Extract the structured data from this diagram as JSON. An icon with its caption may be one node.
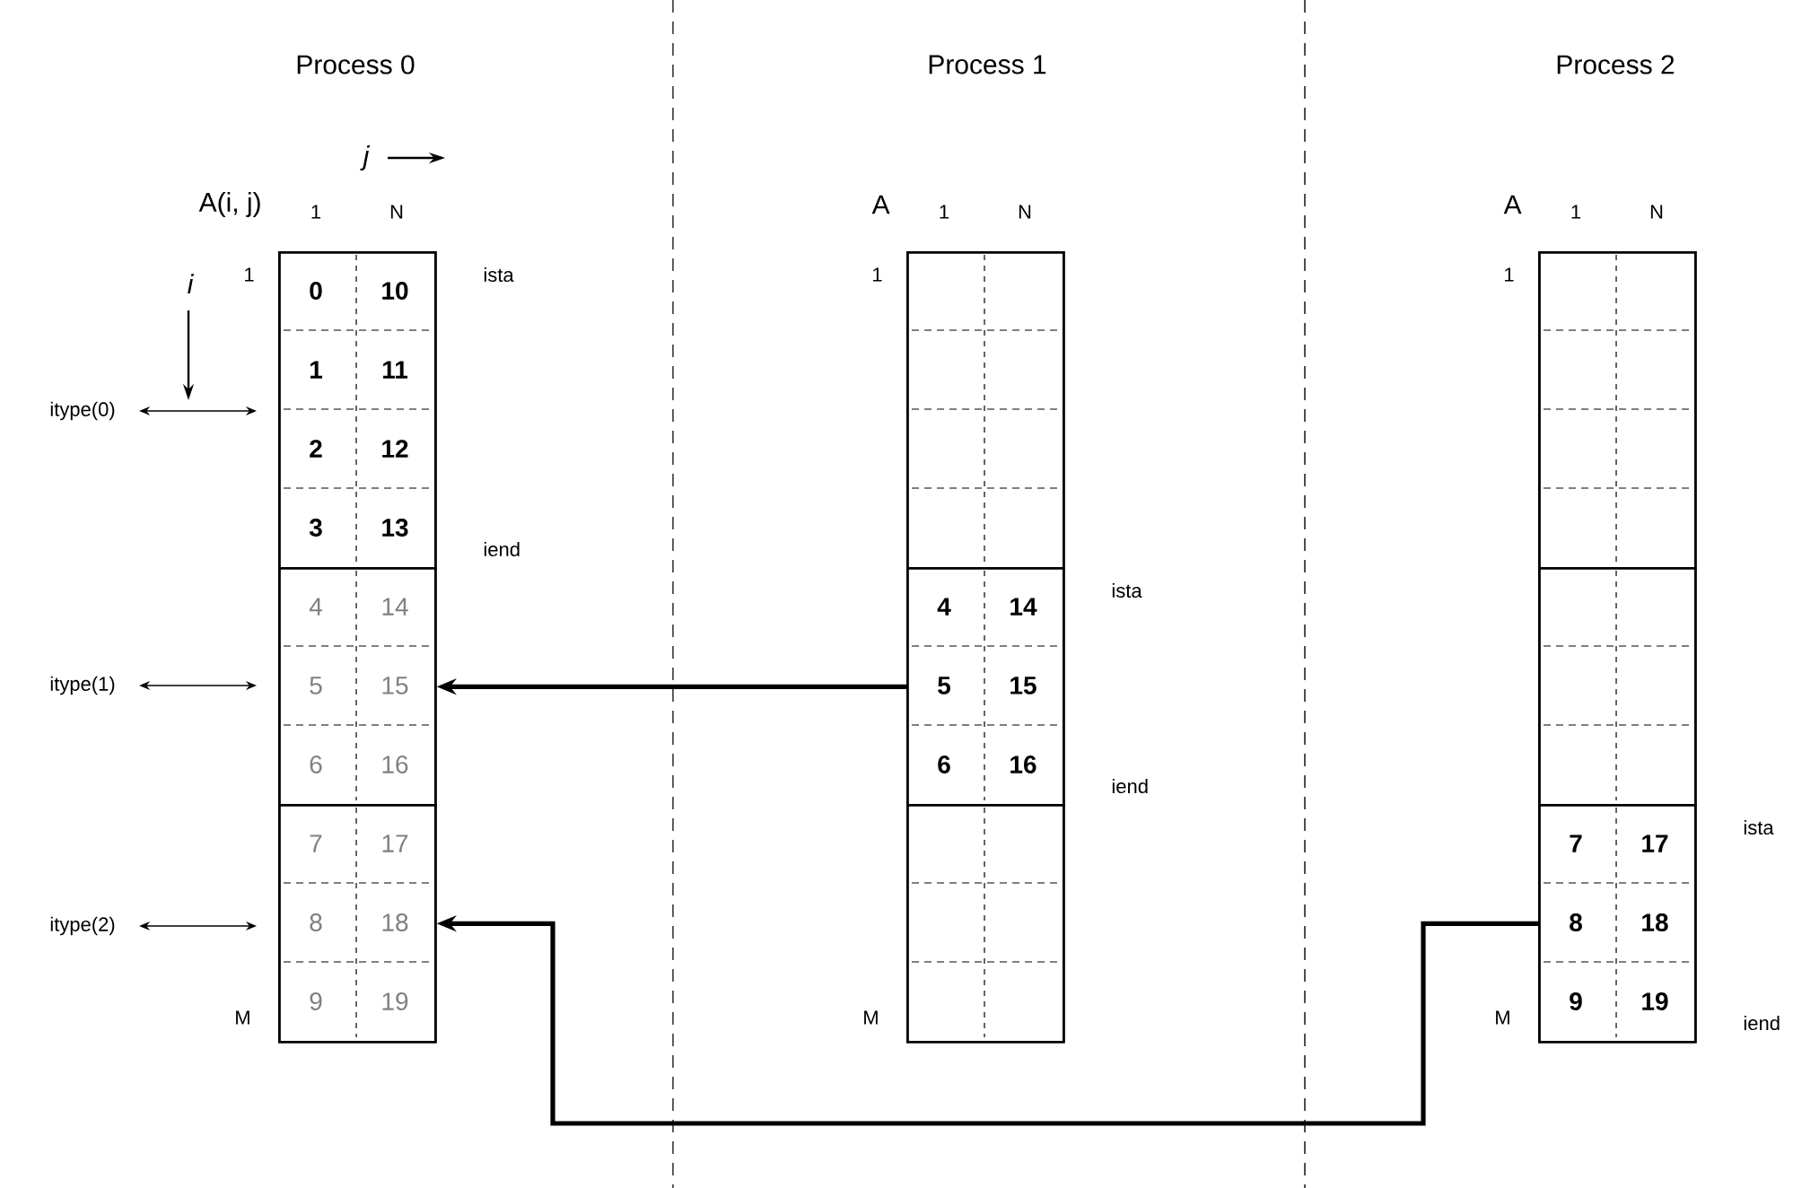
{
  "diagram": {
    "nodes": [
      {
        "text": [],
        "shape": "box",
        "beside": [
          "A(i, j)",
          "1",
          "N",
          "1",
          "M"
        ]
      },
      {
        "text": [
          "0",
          "10",
          "1",
          "11",
          "2",
          "12",
          "3",
          "13"
        ],
        "in": 0,
        "beside": [
          "ista",
          "iend"
        ]
      },
      {
        "text": [
          "4",
          "14",
          "5",
          "15",
          "6",
          "16"
        ],
        "in": 0
      },
      {
        "text": [
          "7",
          "17",
          "8",
          "18",
          "9",
          "19"
        ],
        "in": 0
      },
      {
        "text": [],
        "shape": "box",
        "beside": [
          "A",
          "1",
          "N",
          "1",
          "M"
        ]
      },
      {
        "text": [],
        "shape": "box",
        "in": 4
      },
      {
        "text": [
          "4",
          "14",
          "5",
          "15",
          "6",
          "16"
        ],
        "in": 4,
        "beside": [
          "ista",
          "iend"
        ]
      },
      {
        "text": [],
        "shape": "box",
        "in": 4
      },
      {
        "text": [],
        "shape": "box",
        "beside": [
          "A",
          "1",
          "N",
          "1",
          "M"
        ]
      },
      {
        "text": [],
        "shape": "box",
        "in": 8
      },
      {
        "text": [],
        "shape": "box",
        "in": 8
      },
      {
        "text": [
          "7",
          "17",
          "8",
          "18",
          "9",
          "19"
        ],
        "in": 8,
        "beside": [
          "ista",
          "iend"
        ]
      },
      {
        "text": [
          "itype(0)"
        ]
      },
      {
        "text": [
          "itype(1)"
        ]
      },
      {
        "text": [
          "itype(2)"
        ]
      }
    ],
    "edges": [
      {
        "from": 6,
        "to": 2,
        "arrow": "to",
        "style": "thick"
      },
      {
        "from": 11,
        "to": 3,
        "arrow": "to",
        "style": "thick"
      },
      {
        "from": 12,
        "to": 1,
        "arrow": "both"
      },
      {
        "from": 13,
        "to": 2,
        "arrow": "both"
      },
      {
        "from": 14,
        "to": 3,
        "arrow": "both"
      }
    ],
    "labels": [
      "Process 0",
      "Process 1",
      "Process 2",
      "j",
      "i"
    ]
  }
}
